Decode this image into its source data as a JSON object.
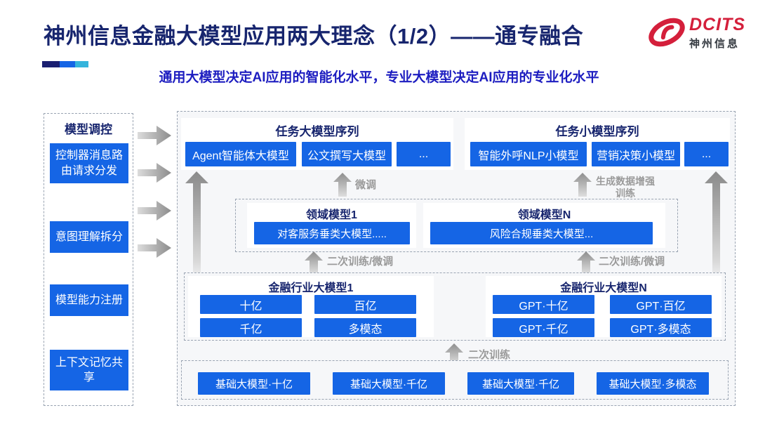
{
  "header": {
    "title": "神州信息金融大模型应用两大理念（1/2）——通专融合",
    "subtitle": "通用大模型决定AI应用的智能化水平，专业大模型决定AI应用的专业化水平",
    "logo": {
      "brand": "DCITS",
      "brand_cn": "神州信息"
    }
  },
  "colors": {
    "accent_blue": "#1565e5",
    "navy": "#17256e",
    "subtitle_blue": "#1d1dc0",
    "logo_red": "#d41f3b",
    "label_gray": "#9a9a9a",
    "cyan": "#35b4dc",
    "logo_gray": "#363b42"
  },
  "sidebar": {
    "title": "模型调控",
    "items": [
      "控制器消息路由请求分发",
      "意图理解拆分",
      "模型能力注册",
      "上下文记忆共享"
    ]
  },
  "main": {
    "task_large": {
      "title": "任务大模型序列",
      "models": [
        "Agent智能体大模型",
        "公文撰写大模型",
        "..."
      ]
    },
    "task_small": {
      "title": "任务小模型序列",
      "models": [
        "智能外呼NLP小模型",
        "营销决策小模型",
        "..."
      ]
    },
    "labels": {
      "finetune": "微调",
      "gen_train": "生成数据增强训练",
      "retrain_finetune": "二次训练/微调",
      "retrain": "二次训练"
    },
    "domain": {
      "d1": {
        "title": "领域模型1",
        "model": "对客服务垂类大模型....."
      },
      "dn": {
        "title": "领域模型N",
        "model": "风险合规垂类大模型..."
      }
    },
    "industry": {
      "i1": {
        "title": "金融行业大模型1",
        "models": [
          "十亿",
          "百亿",
          "千亿",
          "多模态"
        ]
      },
      "in": {
        "title": "金融行业大模型N",
        "models": [
          "GPT·十亿",
          "GPT·百亿",
          "GPT·千亿",
          "GPT·多模态"
        ]
      }
    },
    "base": {
      "models": [
        "基础大模型·十亿",
        "基础大模型·千亿",
        "基础大模型·千亿",
        "基础大模型·多模态"
      ]
    }
  }
}
